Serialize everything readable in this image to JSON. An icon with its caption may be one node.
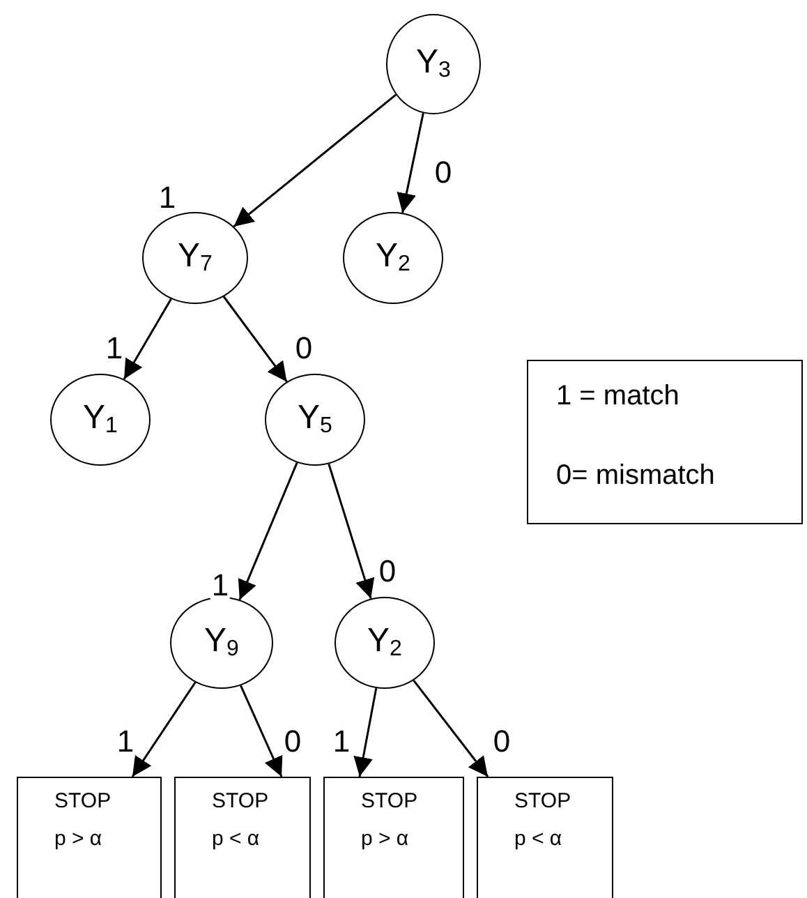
{
  "diagram": {
    "nodes": [
      {
        "text": [
          "Y$_{3}$"
        ]
      },
      {
        "text": [
          "Y$_{7}$"
        ]
      },
      {
        "text": [
          "Y$_{2}$"
        ]
      },
      {
        "text": [
          "Y$_{1}$"
        ]
      },
      {
        "text": [
          "Y$_{5}$"
        ]
      },
      {
        "text": [
          "Y$_{9}$"
        ]
      },
      {
        "text": [
          "Y$_{2}$"
        ]
      },
      {
        "text": [
          "STOP",
          "p > α"
        ]
      },
      {
        "text": [
          "STOP",
          "p < α"
        ]
      },
      {
        "text": [
          "STOP",
          "p > α"
        ]
      },
      {
        "text": [
          "STOP",
          "p < α"
        ]
      },
      {
        "text": [
          "1 = match",
          "0= mismatch"
        ]
      }
    ],
    "edges": [
      {
        "from": 0,
        "to": 1,
        "arrow": "to",
        "label": "1"
      },
      {
        "from": 0,
        "to": 2,
        "arrow": "to",
        "label": "0"
      },
      {
        "from": 1,
        "to": 3,
        "arrow": "to",
        "label": "1"
      },
      {
        "from": 1,
        "to": 4,
        "arrow": "to",
        "label": "0"
      },
      {
        "from": 4,
        "to": 5,
        "arrow": "to",
        "label": "1"
      },
      {
        "from": 4,
        "to": 6,
        "arrow": "to",
        "label": "0"
      },
      {
        "from": 5,
        "to": 7,
        "arrow": "to",
        "label": "1"
      },
      {
        "from": 5,
        "to": 8,
        "arrow": "to",
        "label": "0"
      },
      {
        "from": 6,
        "to": 9,
        "arrow": "to",
        "label": "1"
      },
      {
        "from": 6,
        "to": 10,
        "arrow": "to",
        "label": "0"
      }
    ]
  }
}
